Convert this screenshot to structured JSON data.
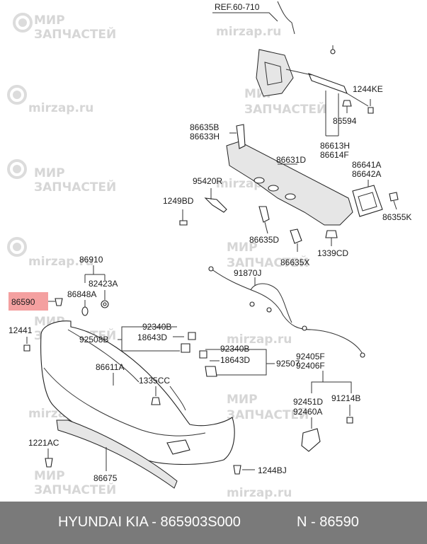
{
  "watermark": {
    "line1": "МИР",
    "line2": "ЗАПЧАСТЕЙ",
    "url": "mirzap.ru",
    "color": "#d6d6d6"
  },
  "ref_label": "REF.60-710",
  "highlight": {
    "part": "86590",
    "color": "#f4a0a0"
  },
  "parts": {
    "p1244KE": "1244KE",
    "p86594": "86594",
    "p86613H": "86613H",
    "p86614F": "86614F",
    "p86635B": "86635B",
    "p86633H": "86633H",
    "p86631D": "86631D",
    "p86641A": "86641A",
    "p86642A": "86642A",
    "p95420R": "95420R",
    "p1249BD": "1249BD",
    "p86355K": "86355K",
    "p86635D": "86635D",
    "p1339CD": "1339CD",
    "p86635X": "86635X",
    "p91870J": "91870J",
    "p86910": "86910",
    "p82423A": "82423A",
    "p86848A": "86848A",
    "p86590": "86590",
    "p12441": "12441",
    "p92340B_a": "92340B",
    "p92508B": "92508B",
    "p18643D_a": "18643D",
    "p92340B_b": "92340B",
    "p18643D_b": "18643D",
    "p92507": "92507",
    "p86611A": "86611A",
    "p1335CC": "1335CC",
    "p92405F": "92405F",
    "p92406F": "92406F",
    "p92451D": "92451D",
    "p92460A": "92460A",
    "p91214B": "91214B",
    "p1221AC": "1221AC",
    "p86675": "86675",
    "p1244BJ": "1244BJ"
  },
  "footer": {
    "brand": "HYUNDAI  KIA - 865903S000",
    "part_ref": "N - 86590",
    "background": "#7a7a7a"
  }
}
